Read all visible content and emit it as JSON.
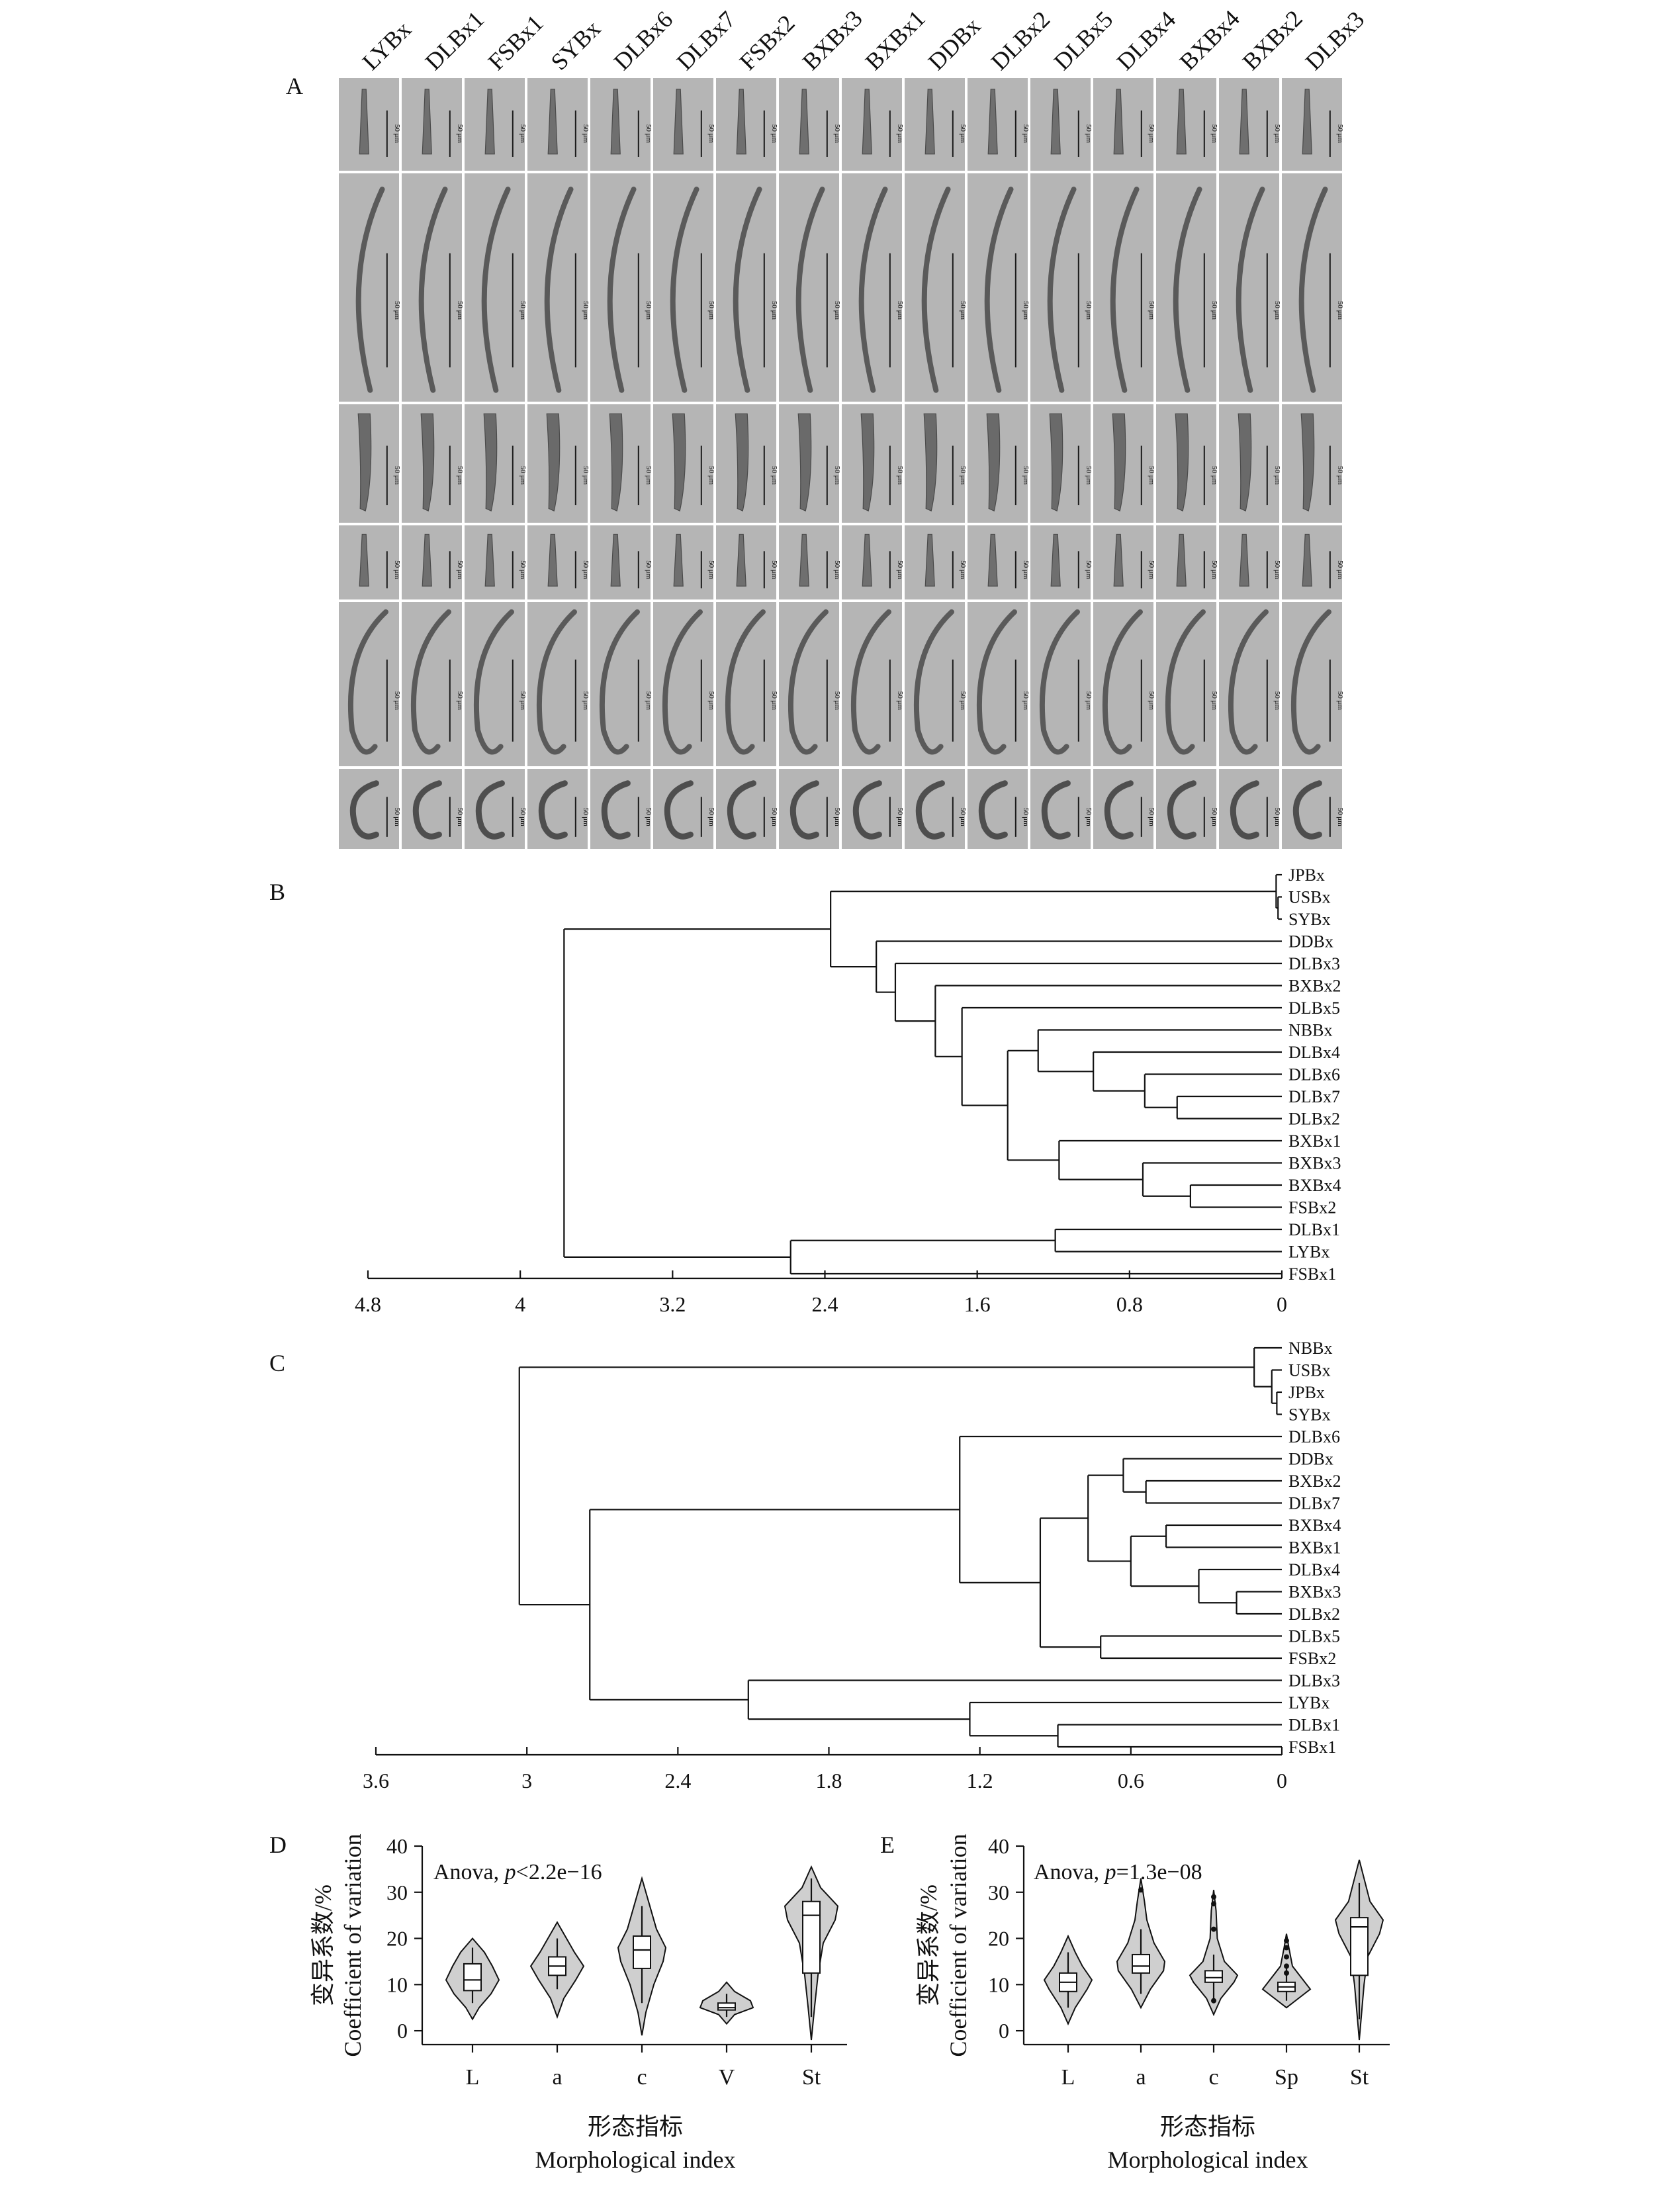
{
  "panel_a": {
    "label": "A",
    "columns": [
      "LYBx",
      "DLBx1",
      "FSBx1",
      "SYBx",
      "DLBx6",
      "DLBx7",
      "FSBx2",
      "BXBx3",
      "BXBx1",
      "DDBx",
      "DLBx2",
      "DLBx5",
      "DLBx4",
      "BXBx4",
      "BXBx2",
      "DLBx3"
    ],
    "scale_label": "50 μm",
    "row_count": 6
  },
  "chart_data": [
    {
      "type": "dendrogram",
      "panel": "B",
      "axis_ticks": [
        4.8,
        4.0,
        3.2,
        2.4,
        1.6,
        0.8,
        0
      ],
      "xlim": [
        4.8,
        0
      ],
      "leaves": [
        "JPBx",
        "USBx",
        "SYBx",
        "DDBx",
        "DLBx3",
        "BXBx2",
        "DLBx5",
        "NBBx",
        "DLBx4",
        "DLBx6",
        "DLBx7",
        "DLBx2",
        "BXBx1",
        "BXBx3",
        "BXBx4",
        "FSBx2",
        "DLBx1",
        "LYBx",
        "FSBx1"
      ],
      "merges": [
        {
          "a": 1,
          "b": 2,
          "height": 0.02
        },
        {
          "a": 0,
          "b": "m0",
          "height": 0.03
        },
        {
          "a": 14,
          "b": 15,
          "height": 0.48
        },
        {
          "a": 10,
          "b": 11,
          "height": 0.55
        },
        {
          "a": 9,
          "b": "m3",
          "height": 0.72
        },
        {
          "a": 13,
          "b": "m2",
          "height": 0.73
        },
        {
          "a": 8,
          "b": "m4",
          "height": 0.99
        },
        {
          "a": 12,
          "b": "m5",
          "height": 1.17
        },
        {
          "a": 16,
          "b": 17,
          "height": 1.19
        },
        {
          "a": 7,
          "b": "m6",
          "height": 1.28
        },
        {
          "a": "m9",
          "b": "m7",
          "height": 1.44
        },
        {
          "a": 6,
          "b": "m10",
          "height": 1.68
        },
        {
          "a": 5,
          "b": "m11",
          "height": 1.82
        },
        {
          "a": 4,
          "b": "m12",
          "height": 2.03
        },
        {
          "a": 3,
          "b": "m13",
          "height": 2.13
        },
        {
          "a": "m1",
          "b": "m14",
          "height": 2.37
        },
        {
          "a": 18,
          "b": "m8",
          "height": 2.58
        },
        {
          "a": "m15",
          "b": "m16",
          "height": 3.77
        }
      ]
    },
    {
      "type": "dendrogram",
      "panel": "C",
      "axis_ticks": [
        3.6,
        3.0,
        2.4,
        1.8,
        1.2,
        0.6,
        0
      ],
      "xlim": [
        3.6,
        0
      ],
      "leaves": [
        "NBBx",
        "USBx",
        "JPBx",
        "SYBx",
        "DLBx6",
        "DDBx",
        "BXBx2",
        "DLBx7",
        "BXBx4",
        "BXBx1",
        "DLBx4",
        "BXBx3",
        "DLBx2",
        "DLBx5",
        "FSBx2",
        "DLBx3",
        "LYBx",
        "DLBx1",
        "FSBx1"
      ],
      "merges": [
        {
          "a": 2,
          "b": 3,
          "height": 0.02
        },
        {
          "a": 1,
          "b": "m0",
          "height": 0.04
        },
        {
          "a": 0,
          "b": "m1",
          "height": 0.11
        },
        {
          "a": 11,
          "b": 12,
          "height": 0.18
        },
        {
          "a": 10,
          "b": "m3",
          "height": 0.33
        },
        {
          "a": 8,
          "b": 9,
          "height": 0.46
        },
        {
          "a": 6,
          "b": 7,
          "height": 0.54
        },
        {
          "a": "m5",
          "b": "m4",
          "height": 0.6
        },
        {
          "a": 5,
          "b": "m6",
          "height": 0.63
        },
        {
          "a": 13,
          "b": 14,
          "height": 0.72
        },
        {
          "a": "m8",
          "b": "m7",
          "height": 0.77
        },
        {
          "a": 17,
          "b": 18,
          "height": 0.89
        },
        {
          "a": "m10",
          "b": "m9",
          "height": 0.96
        },
        {
          "a": 16,
          "b": "m11",
          "height": 1.24
        },
        {
          "a": 4,
          "b": "m12",
          "height": 1.28
        },
        {
          "a": 15,
          "b": "m13",
          "height": 2.12
        },
        {
          "a": "m14",
          "b": "m15",
          "height": 2.75
        },
        {
          "a": "m2",
          "b": "m16",
          "height": 3.03
        }
      ]
    },
    {
      "type": "violin",
      "panel": "D",
      "annotation_prefix": "Anova, ",
      "annotation_p": "p",
      "annotation_rest": "<2.2e−16",
      "ylabel_cn": "变异系数/%",
      "ylabel_en": "Coefficient of variation",
      "xlabel_cn": "形态指标",
      "xlabel_en": "Morphological index",
      "yticks": [
        0,
        10,
        20,
        30,
        40
      ],
      "ylim": [
        -3,
        40
      ],
      "categories": [
        "L",
        "a",
        "c",
        "V",
        "St"
      ],
      "groups": [
        {
          "name": "L",
          "min": 2.5,
          "q1": 8.7,
          "median": 11.0,
          "q3": 14.5,
          "max": 20.0,
          "whisker_low": 6.0,
          "whisker_high": 18.0,
          "density": [
            [
              2.5,
              0.0
            ],
            [
              5,
              0.25
            ],
            [
              8,
              0.7
            ],
            [
              11,
              1.0
            ],
            [
              14,
              0.75
            ],
            [
              17,
              0.45
            ],
            [
              20,
              0.0
            ]
          ],
          "outliers": []
        },
        {
          "name": "a",
          "min": 3.0,
          "q1": 12.0,
          "median": 14.0,
          "q3": 16.0,
          "max": 23.5,
          "whisker_low": 9.0,
          "whisker_high": 20.0,
          "density": [
            [
              3,
              0.0
            ],
            [
              7,
              0.25
            ],
            [
              11,
              0.7
            ],
            [
              14,
              1.0
            ],
            [
              17,
              0.65
            ],
            [
              20,
              0.35
            ],
            [
              23.5,
              0.0
            ]
          ],
          "outliers": []
        },
        {
          "name": "c",
          "min": -1.0,
          "q1": 13.5,
          "median": 17.5,
          "q3": 20.5,
          "max": 33.0,
          "whisker_low": 6.0,
          "whisker_high": 27.0,
          "density": [
            [
              -1,
              0.0
            ],
            [
              4,
              0.15
            ],
            [
              10,
              0.45
            ],
            [
              15,
              0.8
            ],
            [
              18,
              0.9
            ],
            [
              22,
              0.55
            ],
            [
              27,
              0.3
            ],
            [
              33,
              0.0
            ]
          ],
          "outliers": []
        },
        {
          "name": "V",
          "min": 1.5,
          "q1": 4.5,
          "median": 5.0,
          "q3": 6.0,
          "max": 10.5,
          "whisker_low": 3.0,
          "whisker_high": 8.0,
          "density": [
            [
              1.5,
              0.0
            ],
            [
              3.5,
              0.3
            ],
            [
              5,
              1.0
            ],
            [
              6.5,
              0.9
            ],
            [
              8.5,
              0.3
            ],
            [
              10.5,
              0.0
            ]
          ],
          "outliers": []
        },
        {
          "name": "St",
          "min": -2.0,
          "q1": 12.5,
          "median": 25.0,
          "q3": 28.0,
          "max": 35.5,
          "whisker_low": 3.0,
          "whisker_high": 33.0,
          "density": [
            [
              -2,
              0.0
            ],
            [
              5,
              0.12
            ],
            [
              12,
              0.25
            ],
            [
              19,
              0.45
            ],
            [
              24,
              0.9
            ],
            [
              27,
              1.0
            ],
            [
              31,
              0.35
            ],
            [
              35.5,
              0.0
            ]
          ],
          "outliers": []
        }
      ]
    },
    {
      "type": "violin",
      "panel": "E",
      "annotation_prefix": "Anova, ",
      "annotation_p": "p",
      "annotation_rest": "=1.3e−08",
      "ylabel_cn": "变异系数/%",
      "ylabel_en": "Coefficient of variation",
      "xlabel_cn": "形态指标",
      "xlabel_en": "Morphological index",
      "yticks": [
        0,
        10,
        20,
        30,
        40
      ],
      "ylim": [
        -3,
        40
      ],
      "categories": [
        "L",
        "a",
        "c",
        "Sp",
        "St"
      ],
      "groups": [
        {
          "name": "L",
          "min": 1.5,
          "q1": 8.5,
          "median": 10.5,
          "q3": 12.5,
          "max": 20.5,
          "whisker_low": 5.0,
          "whisker_high": 17.0,
          "density": [
            [
              1.5,
              0.0
            ],
            [
              5,
              0.3
            ],
            [
              9,
              0.8
            ],
            [
              11,
              1.0
            ],
            [
              14,
              0.6
            ],
            [
              17,
              0.3
            ],
            [
              20.5,
              0.0
            ]
          ],
          "outliers": []
        },
        {
          "name": "a",
          "min": 5.0,
          "q1": 12.5,
          "median": 14.0,
          "q3": 16.5,
          "max": 33.0,
          "whisker_low": 8.0,
          "whisker_high": 22.0,
          "density": [
            [
              5,
              0.0
            ],
            [
              9,
              0.4
            ],
            [
              13,
              0.95
            ],
            [
              15,
              1.0
            ],
            [
              19,
              0.55
            ],
            [
              24,
              0.25
            ],
            [
              28,
              0.15
            ],
            [
              33,
              0.0
            ]
          ],
          "outliers": [
            30.5
          ]
        },
        {
          "name": "c",
          "min": 3.5,
          "q1": 10.5,
          "median": 11.5,
          "q3": 13.0,
          "max": 30.5,
          "whisker_low": 7.0,
          "whisker_high": 16.5,
          "density": [
            [
              3.5,
              0.0
            ],
            [
              7,
              0.3
            ],
            [
              10.5,
              0.85
            ],
            [
              12,
              1.0
            ],
            [
              15,
              0.45
            ],
            [
              20,
              0.15
            ],
            [
              26,
              0.1
            ],
            [
              30.5,
              0.0
            ]
          ],
          "outliers": [
            29.0,
            27.5,
            22.0,
            6.5
          ]
        },
        {
          "name": "Sp",
          "min": 5.0,
          "q1": 8.5,
          "median": 9.5,
          "q3": 10.5,
          "max": 21.0,
          "whisker_low": 6.5,
          "whisker_high": 13.5,
          "density": [
            [
              5,
              0.0
            ],
            [
              7,
              0.5
            ],
            [
              9,
              1.0
            ],
            [
              11,
              0.7
            ],
            [
              14,
              0.25
            ],
            [
              18,
              0.1
            ],
            [
              21,
              0.0
            ]
          ],
          "outliers": [
            19.5,
            18.0,
            16.0,
            14.0,
            12.5
          ]
        },
        {
          "name": "St",
          "min": -2.0,
          "q1": 12.0,
          "median": 22.5,
          "q3": 24.5,
          "max": 37.0,
          "whisker_low": 2.5,
          "whisker_high": 32.0,
          "density": [
            [
              -2,
              0.0
            ],
            [
              4,
              0.1
            ],
            [
              10,
              0.2
            ],
            [
              16,
              0.35
            ],
            [
              21,
              0.85
            ],
            [
              24,
              1.0
            ],
            [
              28,
              0.45
            ],
            [
              37,
              0.0
            ]
          ],
          "outliers": []
        }
      ]
    }
  ],
  "colors": {
    "ink": "#111111",
    "photo_bg": "#b5b5b5",
    "violin_fill": "#cfcfcf"
  }
}
